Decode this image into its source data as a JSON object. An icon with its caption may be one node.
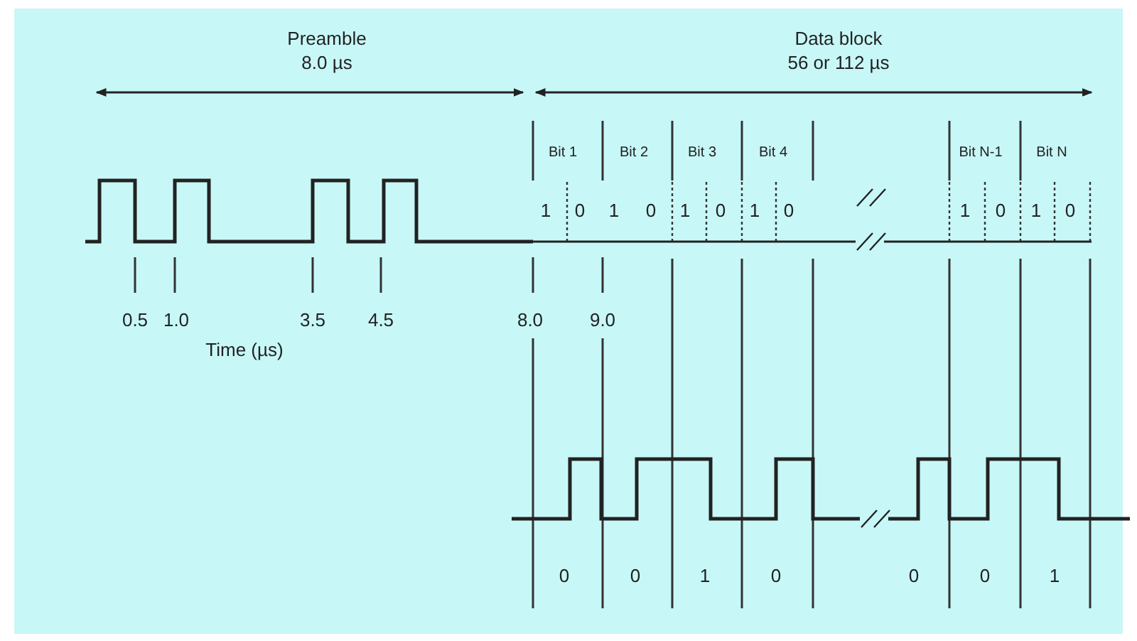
{
  "diagram": {
    "labels": [
      "Preamble",
      "8.0 µs",
      "Data block",
      "56 or 112 µs",
      "Bit 1",
      "Bit 2",
      "Bit 3",
      "Bit 4",
      "Bit N-1",
      "Bit N",
      "1",
      "0",
      "1",
      "0",
      "1",
      "0",
      "1",
      "0",
      "1",
      "0",
      "1",
      "0",
      "0.5",
      "1.0",
      "3.5",
      "4.5",
      "8.0",
      "9.0",
      "Time (µs)",
      "0",
      "0",
      "1",
      "0",
      "0",
      "0",
      "1"
    ]
  }
}
